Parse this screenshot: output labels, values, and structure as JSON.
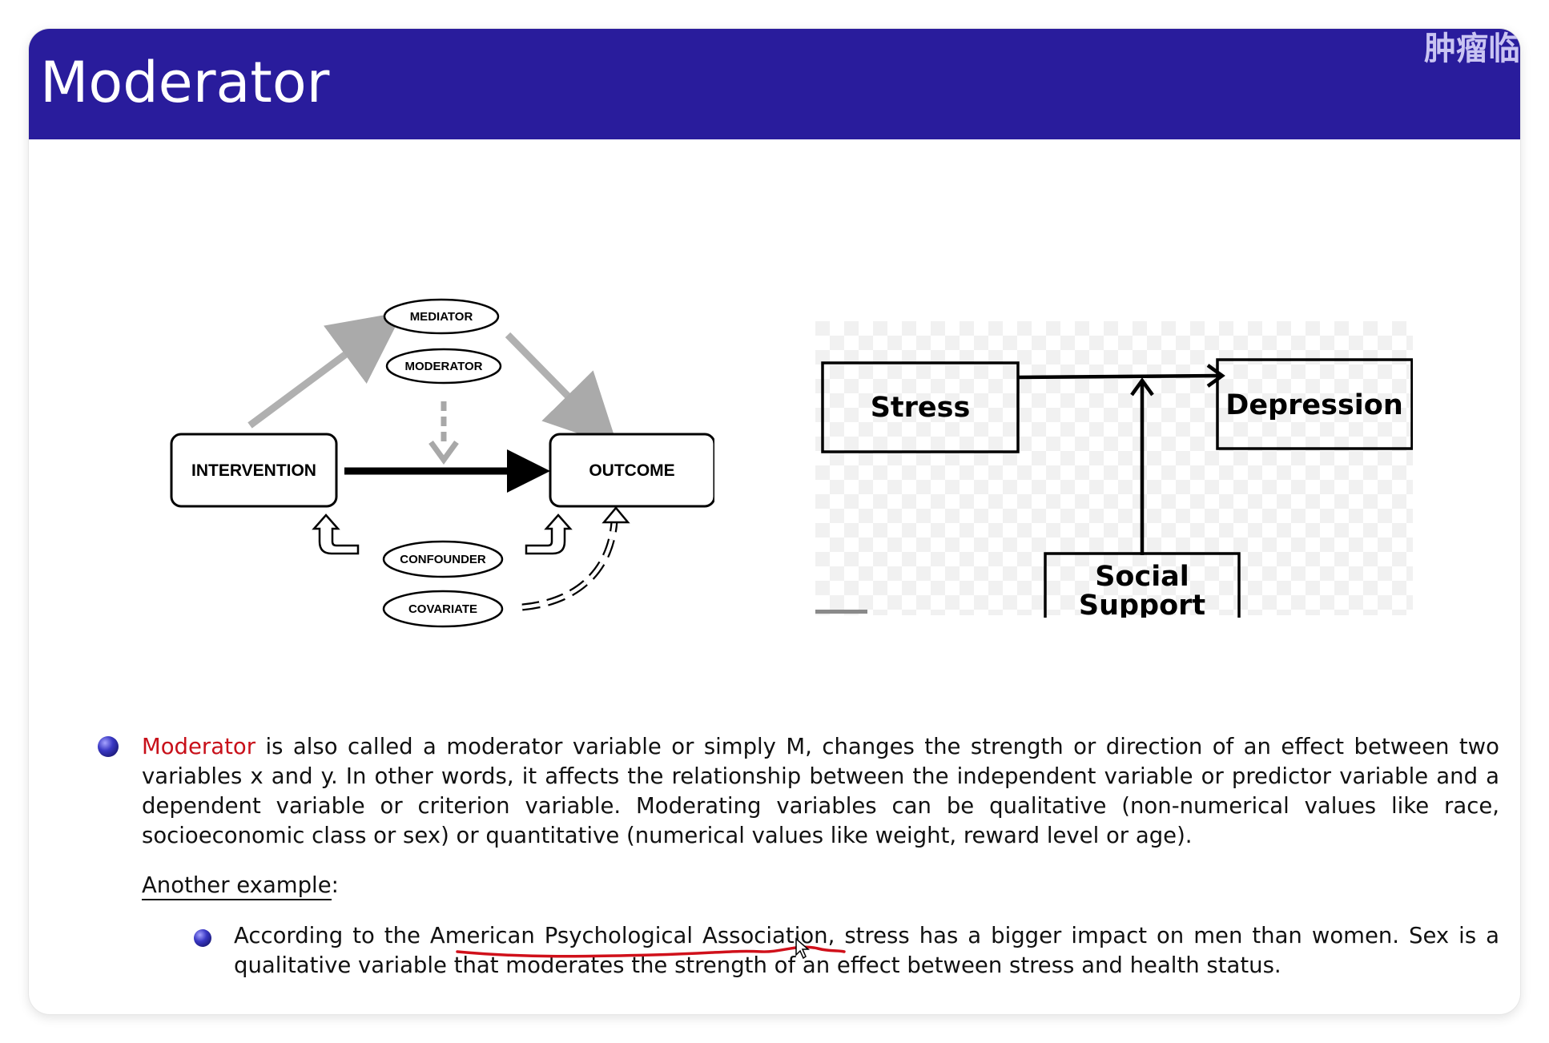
{
  "slide": {
    "title": "Moderator",
    "watermark": "肿瘤临"
  },
  "diagram_left": {
    "nodes": {
      "mediator": "MEDIATOR",
      "moderator": "MODERATOR",
      "intervention": "INTERVENTION",
      "outcome": "OUTCOME",
      "confounder": "CONFOUNDER",
      "covariate": "COVARIATE"
    }
  },
  "diagram_right": {
    "nodes": {
      "stress": "Stress",
      "depression": "Depression",
      "social_line1": "Social",
      "social_line2": "Support"
    }
  },
  "body": {
    "paragraph_lead": "Moderator",
    "paragraph_rest": " is also called a moderator variable or simply M, changes the strength or direction of an effect between two variables x and y. In other words, it affects the relationship between the independent variable or predictor variable and a dependent variable or criterion variable. Moderating variables can be qualitative (non-numerical values like race, socioeconomic class or sex) or quantitative (numerical values like weight, reward level or age).",
    "another_label": "Another example",
    "another_colon": ":",
    "sub_text": "According to the American Psychological Association, stress has a bigger impact on men than women. Sex is a qualitative variable that moderates the strength of an effect between stress and health status."
  },
  "colors": {
    "title_bar": "#291c9c",
    "highlight_red": "#c8101a",
    "bullet": "#2a28a8",
    "annotation_red": "#d0101a"
  }
}
